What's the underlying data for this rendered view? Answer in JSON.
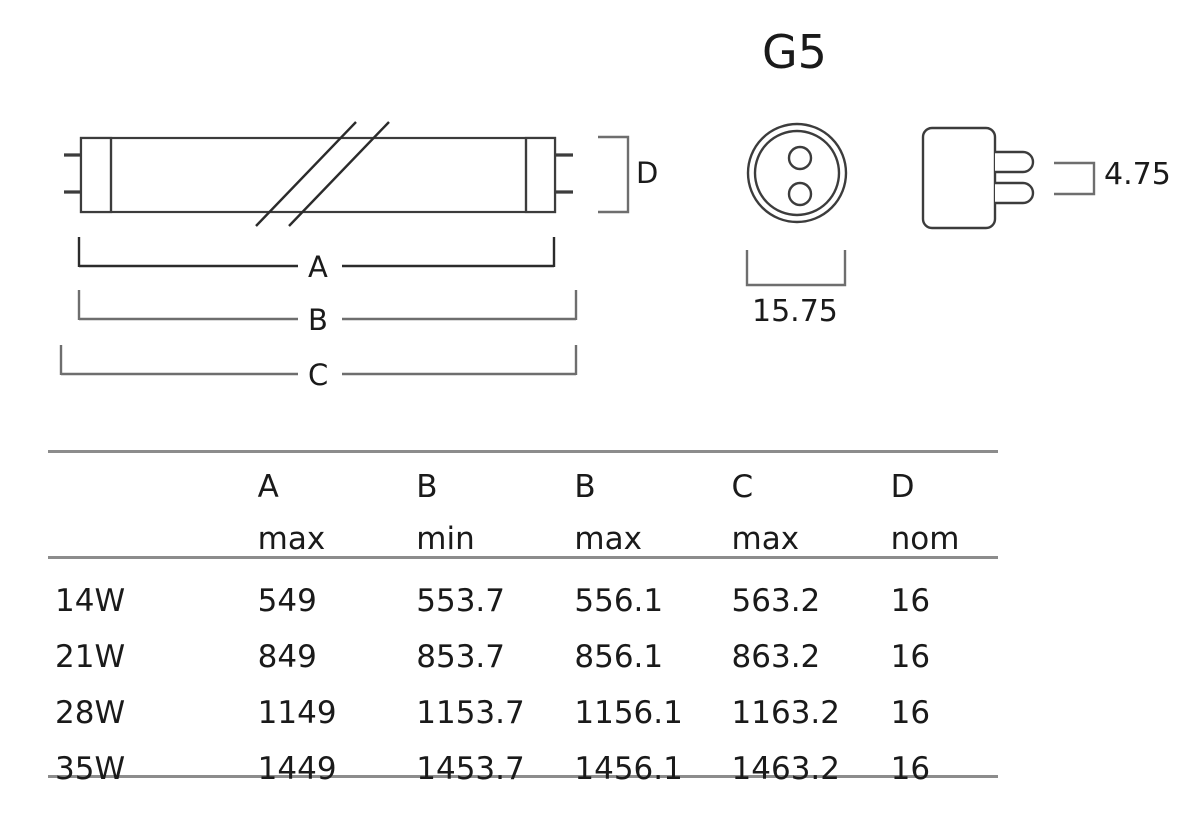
{
  "title": "G5",
  "diagram": {
    "labels": {
      "d_dim": "D",
      "a_dim": "A",
      "b_dim": "B",
      "c_dim": "C",
      "cap_diameter": "15.75",
      "pin_spacing": "4.75"
    },
    "views": {
      "side_view_name": "fluorescent-tube-side-view",
      "end_view_name": "lamp-cap-end-view",
      "cap_detail_name": "lamp-cap-side-detail"
    }
  },
  "table": {
    "header_row_1": [
      "",
      "A",
      "B",
      "B",
      "C",
      "D"
    ],
    "header_row_2": [
      "",
      "max",
      "min",
      "max",
      "max",
      "nom"
    ],
    "rows": [
      {
        "wattage": "14W",
        "a_max": "549",
        "b_min": "553.7",
        "b_max": "556.1",
        "c_max": "563.2",
        "d_nom": "16"
      },
      {
        "wattage": "21W",
        "a_max": "849",
        "b_min": "853.7",
        "b_max": "856.1",
        "c_max": "863.2",
        "d_nom": "16"
      },
      {
        "wattage": "28W",
        "a_max": "1149",
        "b_min": "1153.7",
        "b_max": "1156.1",
        "c_max": "1163.2",
        "d_nom": "16"
      },
      {
        "wattage": "35W",
        "a_max": "1449",
        "b_min": "1453.7",
        "b_max": "1456.1",
        "c_max": "1463.2",
        "d_nom": "16"
      }
    ]
  },
  "colors": {
    "line": "#3c3c3c",
    "rule": "#8c8c8c",
    "text": "#1a1a1a",
    "background": "#ffffff"
  }
}
